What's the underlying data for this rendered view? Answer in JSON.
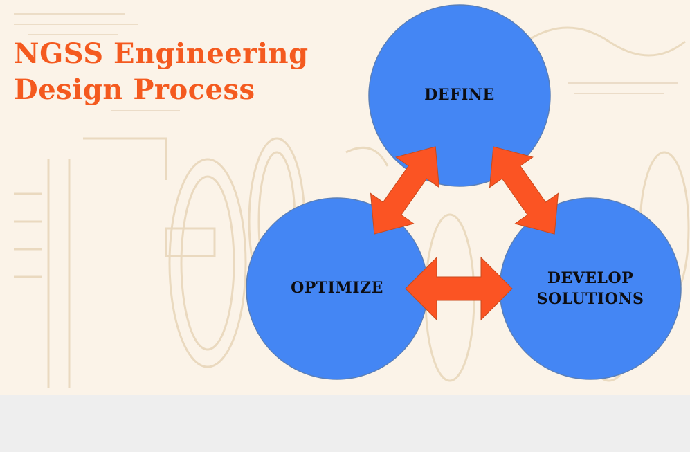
{
  "title": {
    "line1": "NGSS Engineering",
    "line2": "Design Process"
  },
  "nodes": {
    "define": {
      "line1": "DEFINE"
    },
    "optimize": {
      "line1": "OPTIMIZE"
    },
    "develop": {
      "line1": "DEVELOP",
      "line2": "SOLUTIONS"
    }
  },
  "colors": {
    "title": "#f45a1f",
    "circle_fill": "#4486f4",
    "circle_stroke": "#5a7fb8",
    "arrow_fill": "#fb5423",
    "arrow_stroke": "#c94a1d",
    "label": "#0d0d12",
    "background": "#fbf3e8",
    "bottom_bar": "#eeeeee"
  }
}
